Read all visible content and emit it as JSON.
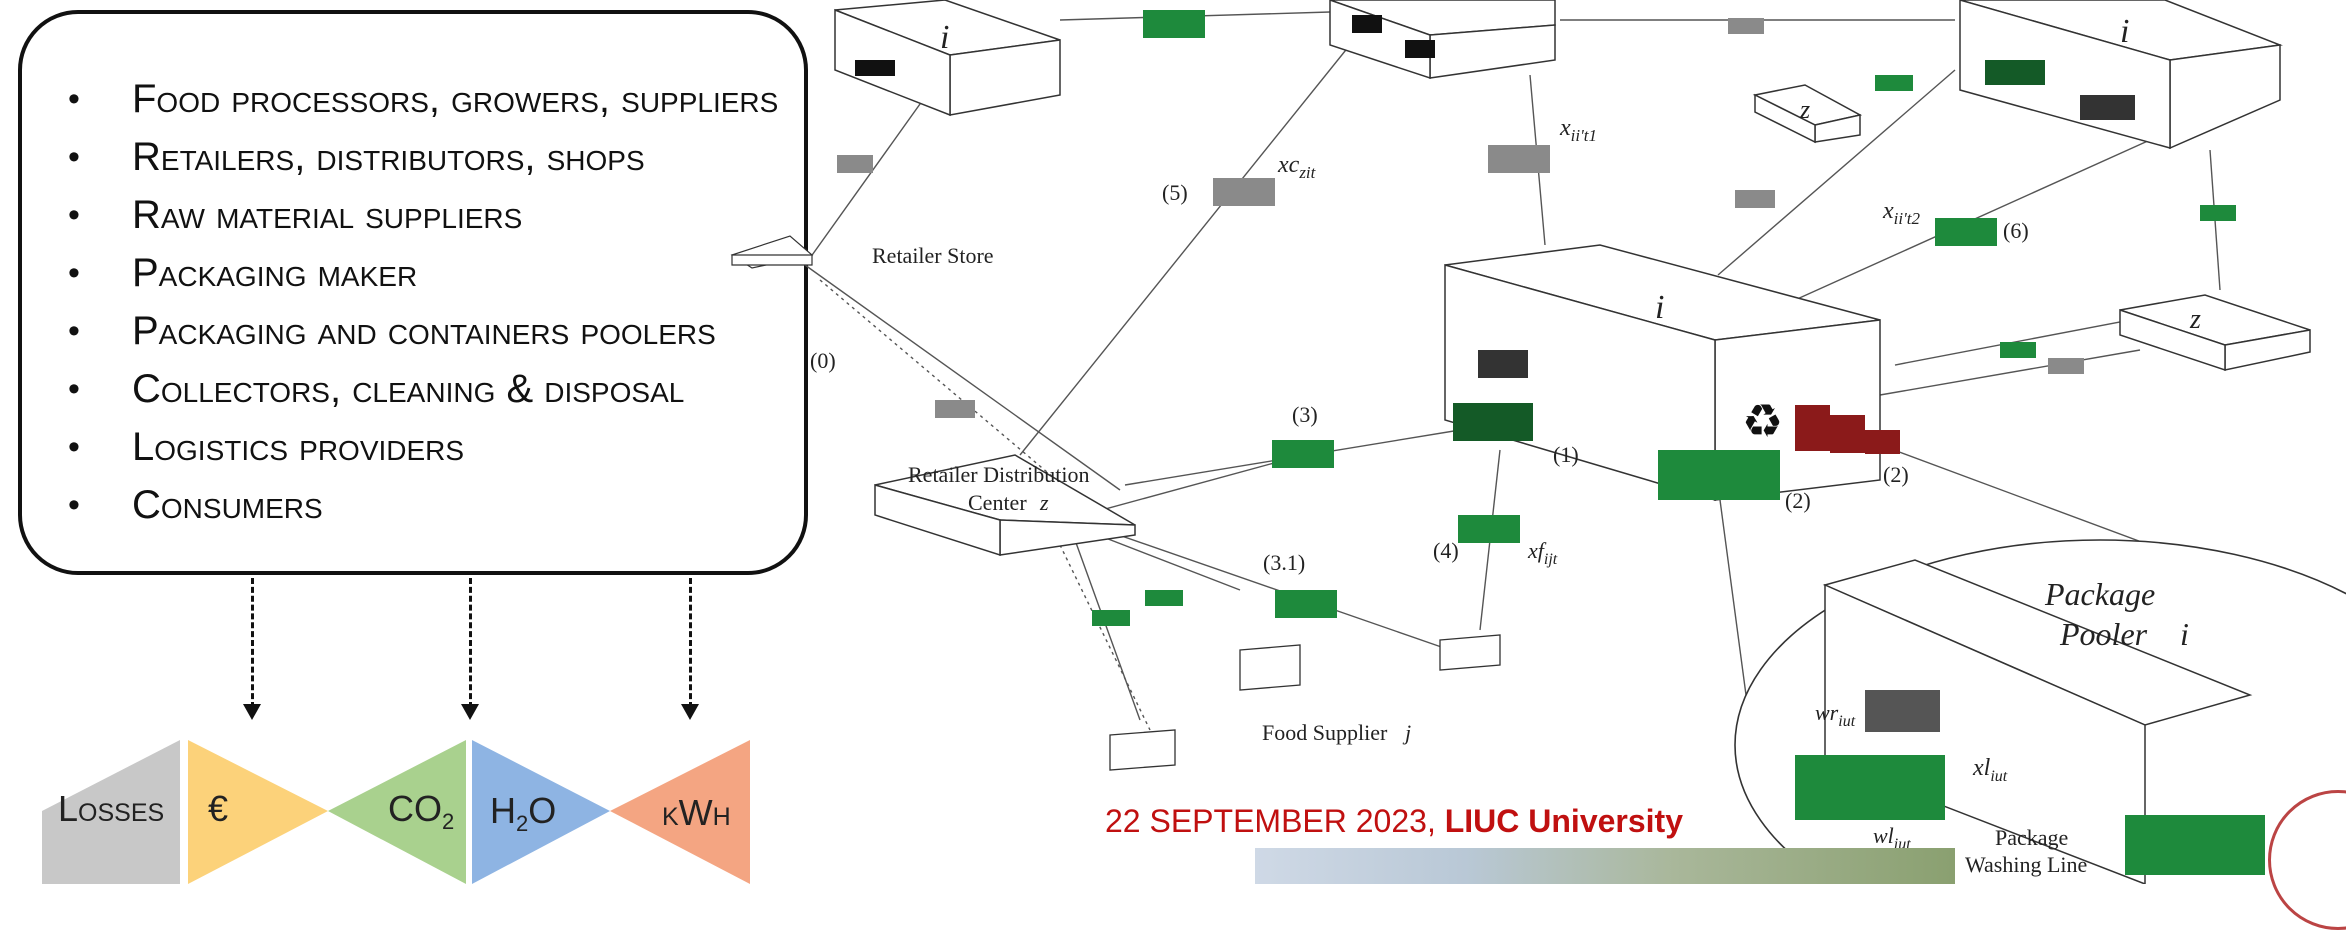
{
  "stakeholders": {
    "items": [
      "Food processors, growers, suppliers",
      "Retailers, distributors, shops",
      "Raw material suppliers",
      "Packaging maker",
      "Packaging and containers poolers",
      "Collectors, cleaning & disposal",
      "Logistics providers",
      "Consumers"
    ]
  },
  "impacts": {
    "losses": "Losses",
    "euro": "€",
    "co2": "CO",
    "co2_sub": "2",
    "h2o_a": "H",
    "h2o_sub": "2",
    "h2o_b": "O",
    "kwh": "kWh"
  },
  "diagram": {
    "node_i": "i",
    "node_z": "z",
    "retailer_store": "Retailer Store",
    "rdc_line1": "Retailer Distribution",
    "rdc_line2": "Center",
    "food_supplier": "Food Supplier",
    "food_supplier_var": "j",
    "label_0": "(0)",
    "label_1": "(1)",
    "label_2": "(2)",
    "label_3": "(3)",
    "label_31": "(3.1)",
    "label_4": "(4)",
    "label_5": "(5)",
    "label_6": "(6)",
    "xc": "xc",
    "xc_sub": "zit",
    "x1": "x",
    "x1_sub": "ii't1",
    "x2": "x",
    "x2_sub": "ii't2",
    "xf": "xf",
    "xf_sub": "ijt",
    "pooler_title1": "Package",
    "pooler_title2": "Pooler",
    "wr": "wr",
    "wr_sub": "iut",
    "xl": "xl",
    "xl_sub": "iut",
    "wl": "wl",
    "wl_sub": "iut",
    "washing1": "Package",
    "washing2": "Washing Line"
  },
  "banner": {
    "date": "22 SEPTEMBER 2023, ",
    "org": "LIUC University"
  },
  "colors": {
    "green_crate": "#1e8a3c",
    "dark_green_crate": "#145a27",
    "red_crate": "#8b1a1a",
    "grey_crate": "#8a8a8a",
    "losses_fill": "#c8c8c8",
    "euro_fill": "#fcd27a",
    "co2_fill": "#a9d18e",
    "h2o_fill": "#8eb4e3",
    "kwh_fill": "#f4a582",
    "banner_red": "#c01010"
  },
  "icons": [
    "recycle-icon",
    "conveyor-icon",
    "crate-icon",
    "warehouse-icon",
    "pallet-icon"
  ]
}
